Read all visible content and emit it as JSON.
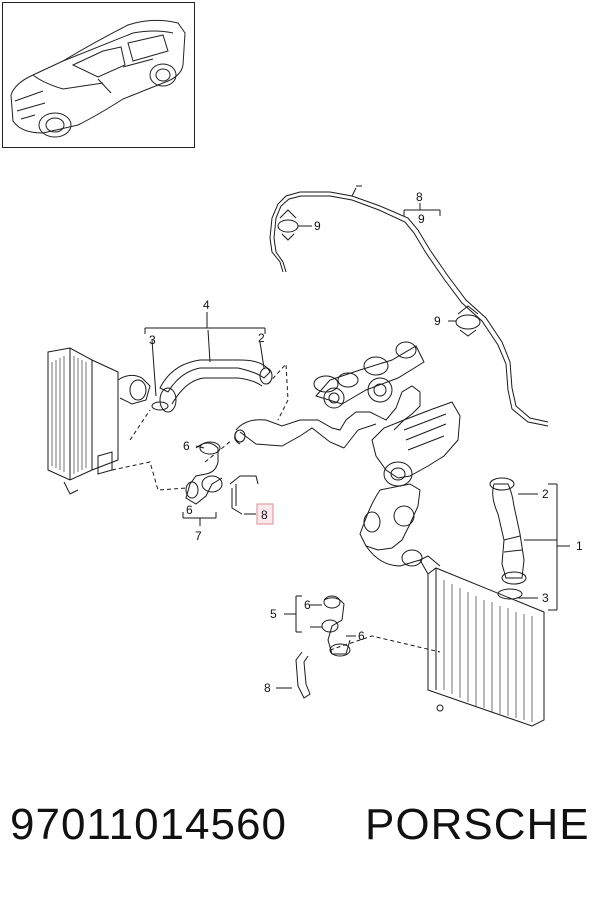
{
  "callouts": {
    "c4": "4",
    "c3": "3",
    "c2_left": "2",
    "c6_top": "6",
    "c6_mid": "6",
    "c7": "7",
    "c8_highlight": "8",
    "c8_top": "8",
    "c9_top": "9",
    "c9_clip_left": "9",
    "c9_clip_right": "9",
    "c2_right": "2",
    "c1": "1",
    "c3_right": "3",
    "c5": "5",
    "c6_lower_left": "6",
    "c6_lower_right": "6",
    "c8_lower": "8"
  },
  "colors": {
    "line": "#1a1a1a",
    "highlight_border": "#e0a0a8",
    "highlight_fill": "#fde8ec"
  },
  "footer": {
    "part_number": "97011014560",
    "brand": "PORSCHE"
  }
}
